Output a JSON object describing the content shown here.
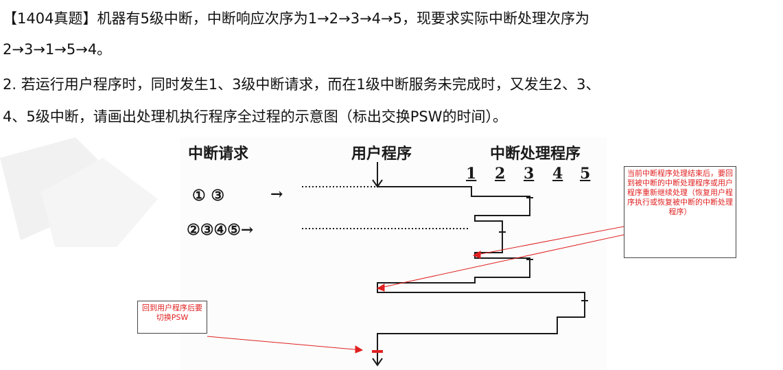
{
  "question": {
    "line1": "【1404真题】机器有5级中断，中断响应次序为1→2→3→4→5，现要求实际中断处理次序为",
    "line2": "2→3→1→5→4。",
    "line3": "2. 若运行用户程序时，同时发生1、3级中断请求，而在1级中断服务未完成时，又发生2、3、",
    "line4": "4、5级中断，请画出处理机执行程序全过程的示意图（标出交换PSW的时间）。"
  },
  "diagram": {
    "header_requests": "中断请求",
    "header_user": "用户程序",
    "header_handler": "中断处理程序",
    "columns": [
      "1",
      "2",
      "3",
      "4",
      "5"
    ],
    "request_row1": "① ③",
    "request_row2": "②③④⑤→",
    "arrow1": "→"
  },
  "callouts": {
    "right_note": "当前中断程序处理结束后，要回到被中断的中断处理程序或用户程序重新继续处理（恢复用户程序执行或恢复被中断的中断处理程序）",
    "left_note": "回到用户程序后要切换PSW"
  },
  "colors": {
    "annotation": "#e02020",
    "ink": "#1a1a1a"
  }
}
